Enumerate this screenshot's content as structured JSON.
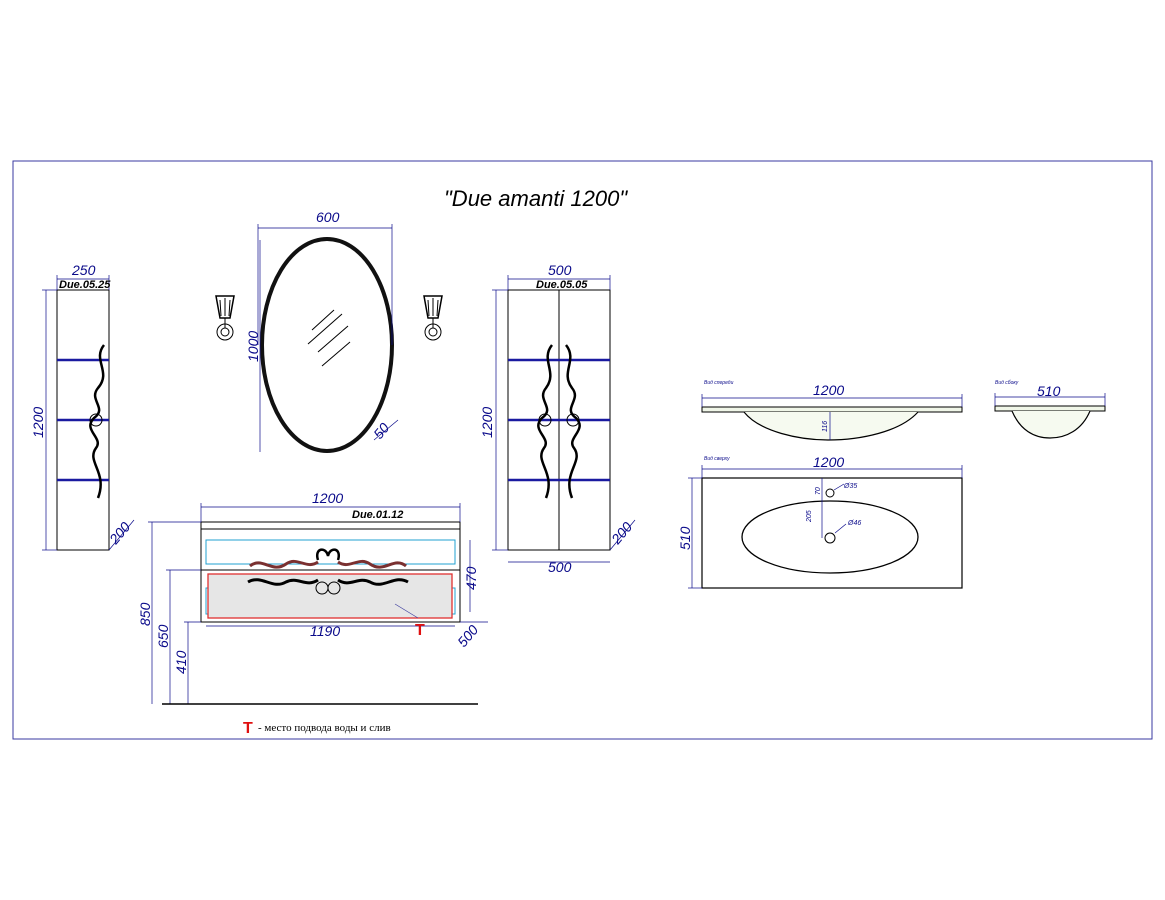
{
  "title": "\"Due amanti 1200\"",
  "column_left": {
    "label": "Due.05.25",
    "width": "250",
    "height": "1200",
    "depth": "200"
  },
  "mirror": {
    "width": "600",
    "height": "1000",
    "depth": "50"
  },
  "column_right": {
    "label": "Due.05.05",
    "width_top": "500",
    "width_bottom": "500",
    "height": "1200",
    "depth": "200"
  },
  "vanity": {
    "label": "Due.01.12",
    "width": "1200",
    "inner_width": "1190",
    "height": "470",
    "depth": "500",
    "h_850": "850",
    "h_650": "650",
    "h_410": "410",
    "marker": "T"
  },
  "basin_front": {
    "caption": "Вид спереди",
    "width": "1200",
    "depth_small": "116"
  },
  "basin_side": {
    "caption": "Вид сбоку",
    "width": "510"
  },
  "basin_top": {
    "caption": "Вид сверху",
    "width": "1200",
    "depth": "510",
    "d70": "70",
    "d205": "205",
    "hole1": "Ø35",
    "hole2": "Ø46"
  },
  "legend": {
    "marker": "T",
    "text": "- место подвода воды и слив"
  }
}
